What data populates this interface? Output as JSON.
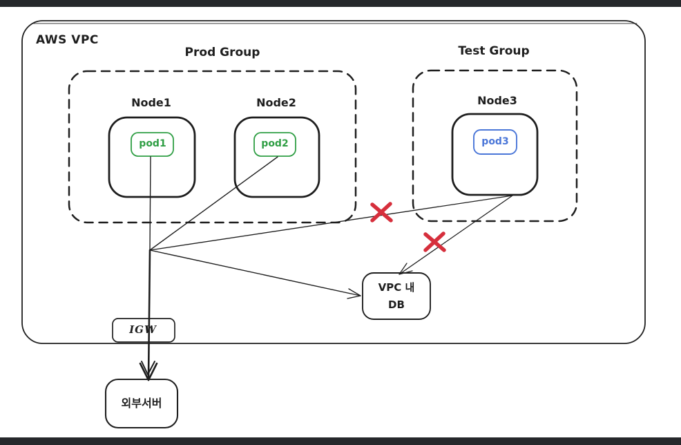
{
  "vpc": {
    "label": "AWS VPC"
  },
  "prod_group": {
    "label": "Prod Group",
    "nodes": [
      {
        "label": "Node1",
        "pod": {
          "label": "pod1",
          "color": "#2f9e44"
        }
      },
      {
        "label": "Node2",
        "pod": {
          "label": "pod2",
          "color": "#2f9e44"
        }
      }
    ]
  },
  "test_group": {
    "label": "Test Group",
    "nodes": [
      {
        "label": "Node3",
        "pod": {
          "label": "pod3",
          "color": "#4a76d8"
        }
      }
    ]
  },
  "db": {
    "label_line1": "VPC 내",
    "label_line2": "DB"
  },
  "igw": {
    "label": "IGW"
  },
  "external_server": {
    "label": "외부서버"
  },
  "blocked_markers": {
    "count": 2,
    "color": "#d62f3c"
  },
  "colors": {
    "ink": "#1e1e1e",
    "pod_green": "#2f9e44",
    "pod_blue": "#4a76d8",
    "block_red": "#d62f3c",
    "frame_bar": "#26282b"
  }
}
